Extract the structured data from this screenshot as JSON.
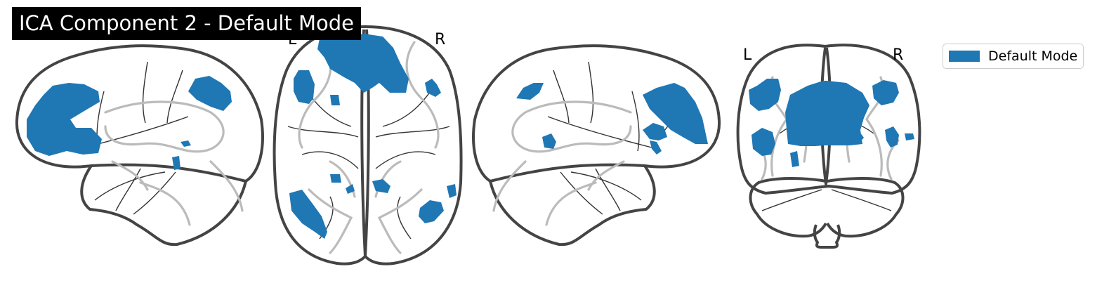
{
  "figure": {
    "title": "ICA Component 2 - Default Mode",
    "overlay_color": "#1f77b4",
    "views": [
      {
        "name": "sagittal-left",
        "labels": []
      },
      {
        "name": "axial",
        "labels": [
          "L",
          "R"
        ]
      },
      {
        "name": "sagittal-right",
        "labels": []
      },
      {
        "name": "coronal",
        "labels": [
          "L",
          "R"
        ]
      }
    ]
  },
  "legend": {
    "items": [
      {
        "label": "Default Mode",
        "color": "#1f77b4"
      }
    ]
  }
}
